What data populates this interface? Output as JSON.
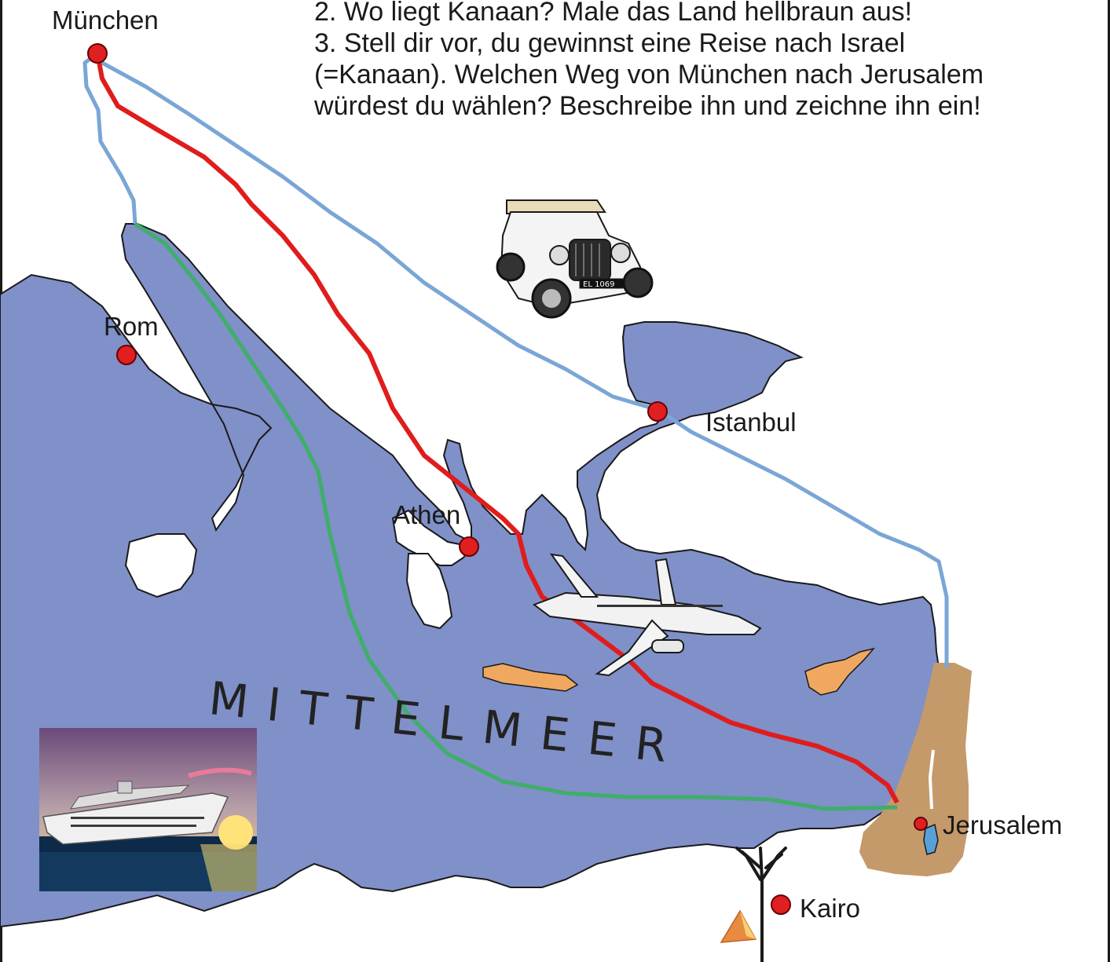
{
  "task": {
    "line_2": "2. Wo liegt Kanaan? Male das Land hellbraun aus!",
    "line_3a": "3. Stell dir vor, du gewinnst eine Reise nach Israel",
    "line_3b": "(=Kanaan). Welchen Weg von München nach Jerusalem",
    "line_3c": "würdest du wählen? Beschreibe ihn und zeichne ihn ein!"
  },
  "map": {
    "sea_label": "MITTELMEER",
    "cities": {
      "muenchen": "München",
      "rom": "Rom",
      "athen": "Athen",
      "istanbul": "Istanbul",
      "jerusalem": "Jerusalem",
      "kairo": "Kairo"
    },
    "car_plate": "EL 1069",
    "colors": {
      "sea": "#8090c8",
      "kanaan": "#c49a6a",
      "islands": "#f0a860",
      "city_dot": "#e02020",
      "route_road": "#7aa6d6",
      "route_air": "#e01c1c",
      "route_sea": "#3fae6a"
    }
  }
}
